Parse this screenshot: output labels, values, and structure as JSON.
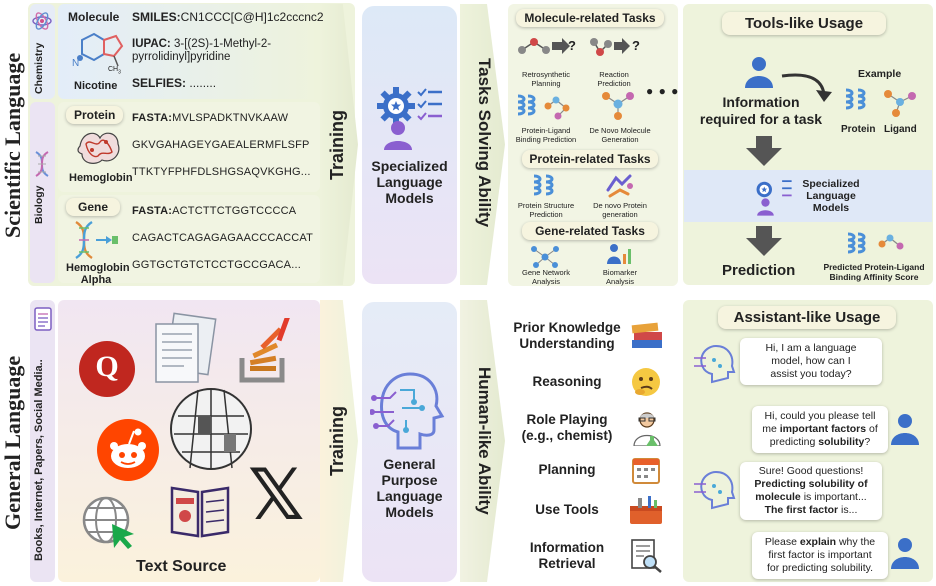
{
  "left_titles": {
    "scientific": "Scientific Language",
    "general": "General Language"
  },
  "domain_labels": {
    "chemistry": "Chemistry",
    "biology": "Biology",
    "general_sources": "Books, Internet, Papers, Social Media.."
  },
  "molecule": {
    "header": "Molecule",
    "name": "Nicotine",
    "smiles_key": "SMILES:",
    "smiles_val": "CN1CCC[C@H]1c2cccnc2",
    "iupac_key": "IUPAC:",
    "iupac_val1": "3-[(2S)-1-Methyl-2-",
    "iupac_val2": "pyrrolidinyl]pyridine",
    "selfies_key": "SELFIES:",
    "selfies_val": "........",
    "atom_n": "N",
    "atom_ch3": "CH",
    "atom_3": "3"
  },
  "protein": {
    "header": "Protein",
    "name": "Hemoglobin",
    "fasta_key": "FASTA:",
    "line1": "MVLSPADKTNVKAAW",
    "line2": "GKVGAHAGEYGAEALERMFLSFP",
    "line3": "TTKTYFPHFDLSHGSAQVKGHG..."
  },
  "gene": {
    "header": "Gene",
    "name1": "Hemoglobin",
    "name2": "Alpha",
    "fasta_key": "FASTA:",
    "line1": "ACTCTTCTGGTCCCCA",
    "line2": "CAGACTCAGAGAGAACCCACCAT",
    "line3": "GGTGCTGTCTCCTGCCGACA..."
  },
  "training": {
    "top": "Training",
    "bottom": "Training"
  },
  "models": {
    "specialized": [
      "Specialized",
      "Language",
      "Models"
    ],
    "general": [
      "General",
      "Purpose",
      "Language",
      "Models"
    ]
  },
  "abilities": {
    "tasks": "Tasks Solving Ability",
    "human": "Human-like Ability"
  },
  "tasks": {
    "molecule_title": "Molecule-related Tasks",
    "retro": [
      "Retrosynthetic",
      "Planning"
    ],
    "reaction": [
      "Reaction",
      "Prediction"
    ],
    "plbind": [
      "Protein-Ligand",
      "Binding Prediction"
    ],
    "denovo_mol": [
      "De Novo Molecule",
      "Generation"
    ],
    "dots": "● ● ●",
    "q": "?",
    "protein_title": "Protein-related Tasks",
    "pstruct": [
      "Protein Structure",
      "Prediction"
    ],
    "pgen": [
      "De novo Protein",
      "generation"
    ],
    "gene_title": "Gene-related Tasks",
    "gnet": [
      "Gene Network",
      "Analysis"
    ],
    "biomarker": [
      "Biomarker",
      "Analysis"
    ]
  },
  "tools": {
    "title": "Tools-like Usage",
    "example": "Example",
    "info1": "Information",
    "info2": "required for a task",
    "protein": "Protein",
    "ligand": "Ligand",
    "slm": [
      "Specialized",
      "Language",
      "Models"
    ],
    "prediction": "Prediction",
    "pred1": "Predicted Protein-Ligand",
    "pred2": "Binding Affinity Score"
  },
  "human_abilities": [
    [
      "Prior Knowledge",
      "Understanding"
    ],
    [
      "Reasoning"
    ],
    [
      "Role Playing",
      "(e.g., chemist)"
    ],
    [
      "Planning"
    ],
    [
      "Use Tools"
    ],
    [
      "Information",
      "Retrieval"
    ]
  ],
  "assistant": {
    "title": "Assistant-like Usage",
    "b1": [
      "Hi, I am a language",
      "model, how can I",
      "assist you today?"
    ],
    "b2a": "Hi, could you please tell",
    "b2b_pre": "me ",
    "b2b_bold": "important factors",
    "b2b_post": " of",
    "b2c_pre": "predicting ",
    "b2c_bold": "solubility",
    "b2c_post": "?",
    "b3a": "Sure! Good questions!",
    "b3b": "Predicting solubility of",
    "b3c_bold": "molecule",
    "b3c_post": " is important...",
    "b3d_bold": "The first factor",
    "b3d_post": " is...",
    "b4a_pre": "Please ",
    "b4a_bold": "explain",
    "b4a_post": " why the",
    "b4b": "first factor is important",
    "b4c": "for predicting solubility."
  },
  "text_source": "Text Source",
  "source_icons": {
    "quora": "Q",
    "x": "𝕏"
  },
  "colors": {
    "green_panel": "#eef3dd",
    "blue_panel": "#e6eef8",
    "lilac": "#ece4f5",
    "dark_arrow": "#555555",
    "slm_blue": "#3b6fc8"
  }
}
